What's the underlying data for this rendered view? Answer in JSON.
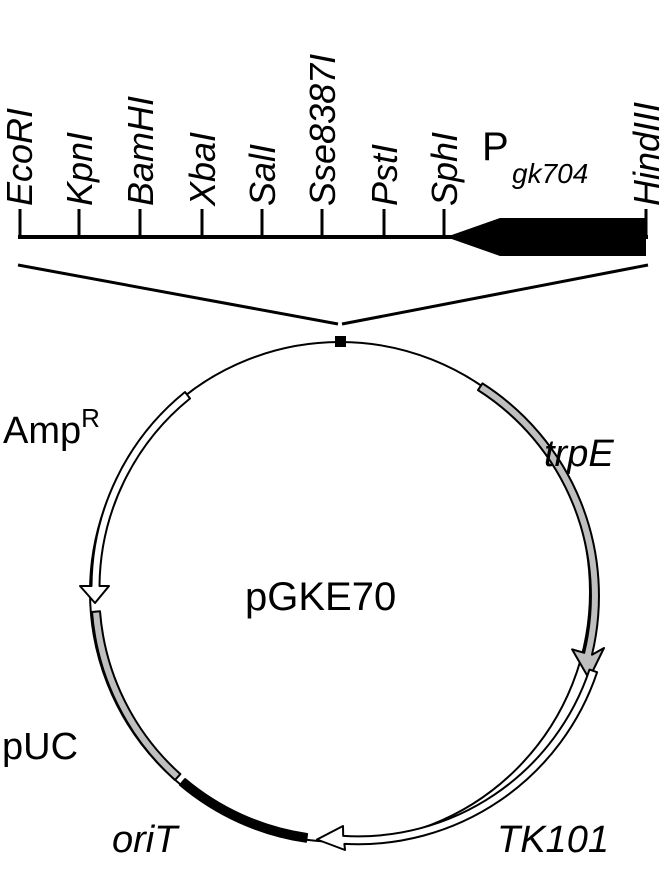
{
  "plasmid": {
    "name": "pGKE70"
  },
  "restriction_sites": [
    {
      "name": "EcoRI",
      "italic": "false"
    },
    {
      "name": "KpnI",
      "italic": "true"
    },
    {
      "name": "BamHI",
      "italic": "true"
    },
    {
      "name": "XbaI",
      "italic": "true"
    },
    {
      "name": "SalI",
      "italic": "true"
    },
    {
      "name": "Sse8387I",
      "italic": "true"
    },
    {
      "name": "PstI",
      "italic": "true"
    },
    {
      "name": "SphI",
      "italic": "true"
    },
    {
      "name": "HindIII",
      "italic": "true"
    }
  ],
  "promoter": {
    "label": "P",
    "subscript": "gk704",
    "fill": "#000000"
  },
  "features": [
    {
      "id": "ampr",
      "label": "Amp",
      "superscript": "R",
      "italic": "false",
      "fill": "#ffffff"
    },
    {
      "id": "trpe",
      "label": "trpE",
      "italic": "true",
      "fill": "#bfbfbf"
    },
    {
      "id": "tk101",
      "label": "TK101",
      "italic": "true",
      "fill": "#ffffff"
    },
    {
      "id": "orit",
      "label": "oriT",
      "italic": "true",
      "fill": "#000000"
    },
    {
      "id": "puc",
      "label": "pUC",
      "italic": "false",
      "fill": "#bfbfbf"
    }
  ],
  "colors": {
    "stroke": "#000000",
    "grey_feature": "#bfbfbf",
    "background": "#ffffff"
  }
}
